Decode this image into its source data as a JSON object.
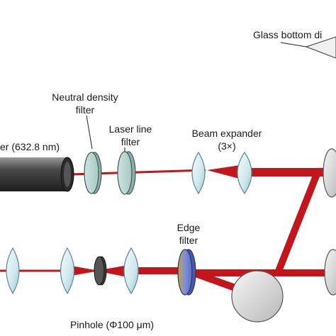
{
  "labels": {
    "glass_bottom_dish": "Glass bottom di",
    "neutral_density_filter_line1": "Neutral density",
    "neutral_density_filter_line2": "filter",
    "laser_line_filter_line1": "Laser line",
    "laser_line_filter_line2": "filter",
    "beam_expander_line1": "Beam expander",
    "beam_expander_line2": "(3×)",
    "laser": "er (632.8 nm)",
    "edge_filter_line1": "Edge",
    "edge_filter_line2": "filter",
    "pinhole": "Pinhole (Φ100 μm)"
  },
  "colors": {
    "beam": "#c0161c",
    "lens_fill": "#d8eef2",
    "lens_stroke": "#5a8790",
    "laser_body": "#3a3a3a",
    "edge_filter": "#6a7fd0",
    "mirror_fill": "#d6d6d6"
  }
}
